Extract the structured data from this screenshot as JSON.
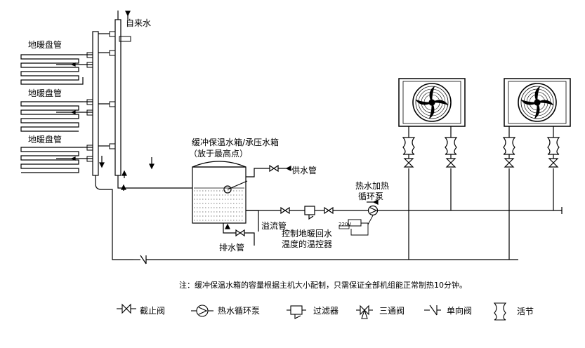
{
  "labels": {
    "tap_water": "自来水",
    "floor_coil_1": "地暖盘管",
    "floor_coil_2": "地暖盘管",
    "floor_coil_3": "地暖盘管",
    "tank_line1": "缓冲保温水箱/承压水箱",
    "tank_line2": "（放于最高点）",
    "supply_pipe": "供水管",
    "heat_pump_line1": "热水加热",
    "heat_pump_line2": "循环泵",
    "overflow_pipe": "溢流管",
    "thermostat_line1": "控制地暖回水",
    "thermostat_line2": "温度的温控器",
    "drain_pipe": "排水管",
    "voltage": "220V",
    "note": "注：缓冲保温水箱的容量根据主机大小配制，只需保证全部机组能正常制热10分钟。"
  },
  "legend": [
    {
      "icon": "shutoff-valve-icon",
      "label": "截止阀"
    },
    {
      "icon": "circulation-pump-icon",
      "label": "热水循环泵"
    },
    {
      "icon": "filter-icon",
      "label": "过滤器"
    },
    {
      "icon": "three-way-valve-icon",
      "label": "三通阀"
    },
    {
      "icon": "check-valve-icon",
      "label": "单向阀"
    },
    {
      "icon": "union-joint-icon",
      "label": "活节"
    }
  ]
}
